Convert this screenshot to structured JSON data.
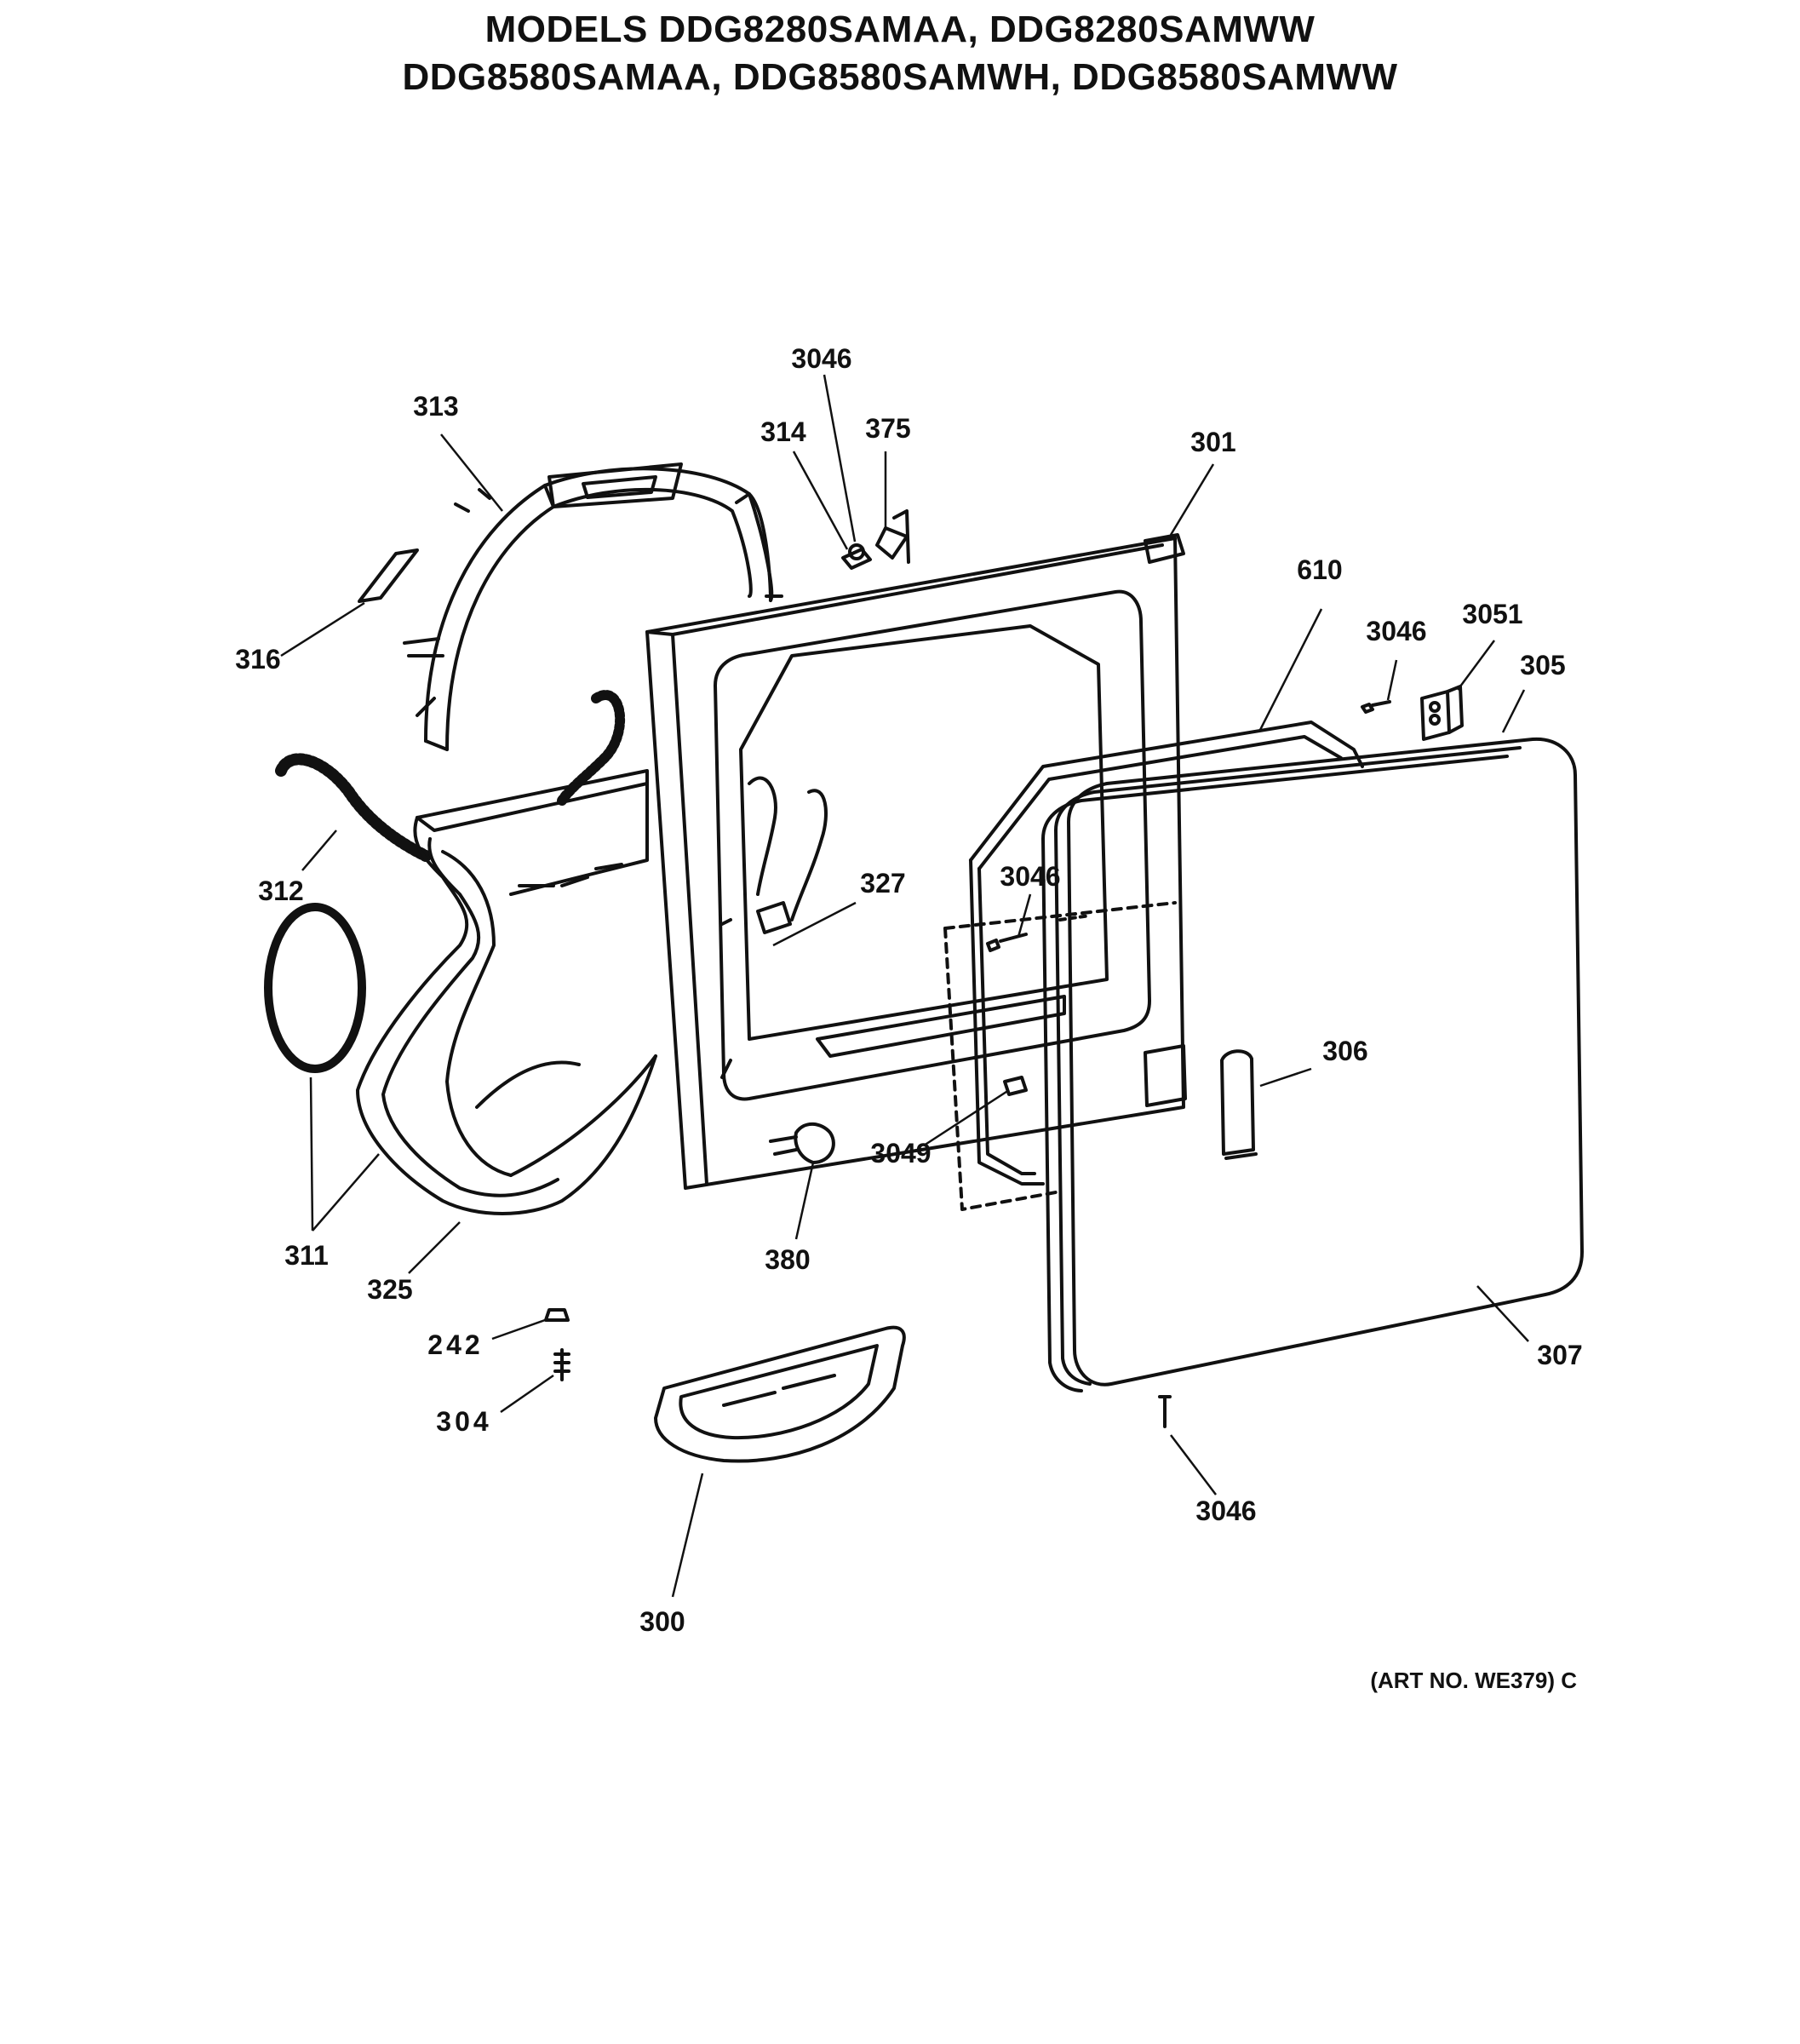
{
  "header": {
    "line1": "MODELS DDG8280SAMAA, DDG8280SAMWW",
    "line2": "DDG8580SAMAA, DDG8580SAMWH, DDG8580SAMWW"
  },
  "art_number": "(ART NO. WE379) C",
  "callouts": [
    {
      "id": "c3046a",
      "label": "3046"
    },
    {
      "id": "c313",
      "label": "313"
    },
    {
      "id": "c314",
      "label": "314"
    },
    {
      "id": "c375",
      "label": "375"
    },
    {
      "id": "c301",
      "label": "301"
    },
    {
      "id": "c610",
      "label": "610"
    },
    {
      "id": "c3046b",
      "label": "3046"
    },
    {
      "id": "c3051",
      "label": "3051"
    },
    {
      "id": "c305",
      "label": "305"
    },
    {
      "id": "c316",
      "label": "316"
    },
    {
      "id": "c312",
      "label": "312"
    },
    {
      "id": "c327",
      "label": "327"
    },
    {
      "id": "c3046c",
      "label": "3046"
    },
    {
      "id": "c306",
      "label": "306"
    },
    {
      "id": "c3049",
      "label": "3049"
    },
    {
      "id": "c311",
      "label": "311"
    },
    {
      "id": "c325",
      "label": "325"
    },
    {
      "id": "c380",
      "label": "380"
    },
    {
      "id": "c242",
      "label": "242"
    },
    {
      "id": "c304",
      "label": "304"
    },
    {
      "id": "c307",
      "label": "307"
    },
    {
      "id": "c3046d",
      "label": "3046"
    },
    {
      "id": "c300",
      "label": "300"
    }
  ]
}
